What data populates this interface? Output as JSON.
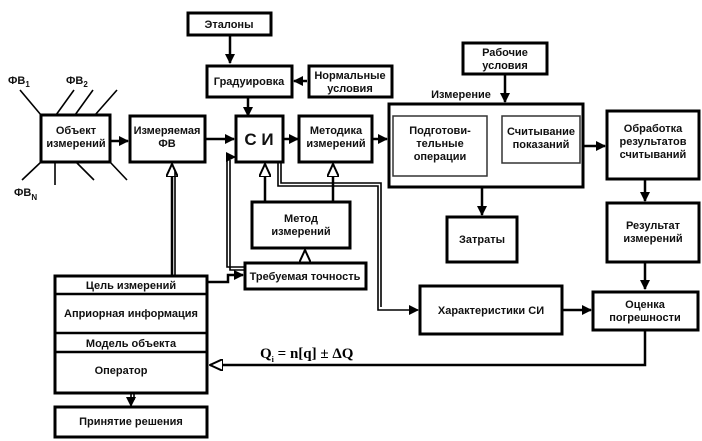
{
  "diagram": {
    "title": "Схема процесса измерения",
    "boxes": {
      "etalony": "Эталоны",
      "graduirovka": "Градуировка",
      "normal_cond": [
        "Нормальные",
        "условия"
      ],
      "work_cond": [
        "Рабочие",
        "условия"
      ],
      "object": [
        "Объект",
        "измерений"
      ],
      "measured_fv": [
        "Измеряемая",
        "ФВ"
      ],
      "si": "С И",
      "methodology": [
        "Методика",
        "измерений"
      ],
      "measurement_group_label": "Измерение",
      "preparatory": [
        "Подготови-",
        "тельные",
        "операции"
      ],
      "reading": [
        "Считывание",
        "показаний"
      ],
      "processing": [
        "Обработка",
        "результатов",
        "считываний"
      ],
      "method": [
        "Метод",
        "измерений"
      ],
      "costs": "Затраты",
      "result": [
        "Результат",
        "измерений"
      ],
      "required_accuracy": "Требуемая точность",
      "si_characteristics": "Характеристики СИ",
      "error_estimate": [
        "Оценка",
        "погрешности"
      ],
      "goal": "Цель измерений",
      "apriori": "Априорная информация",
      "object_model": "Модель объекта",
      "operator": "Оператор",
      "decision": "Принятие решения"
    },
    "phys_quantities": {
      "fv1": {
        "base": "ФВ",
        "sub": "1"
      },
      "fv2": {
        "base": "ФВ",
        "sub": "2"
      },
      "fvn": {
        "base": "ФВ",
        "sub": "N"
      }
    },
    "formula": {
      "q": "Q",
      "sub": "i",
      "rest": " = n[q] ± ΔQ"
    }
  }
}
